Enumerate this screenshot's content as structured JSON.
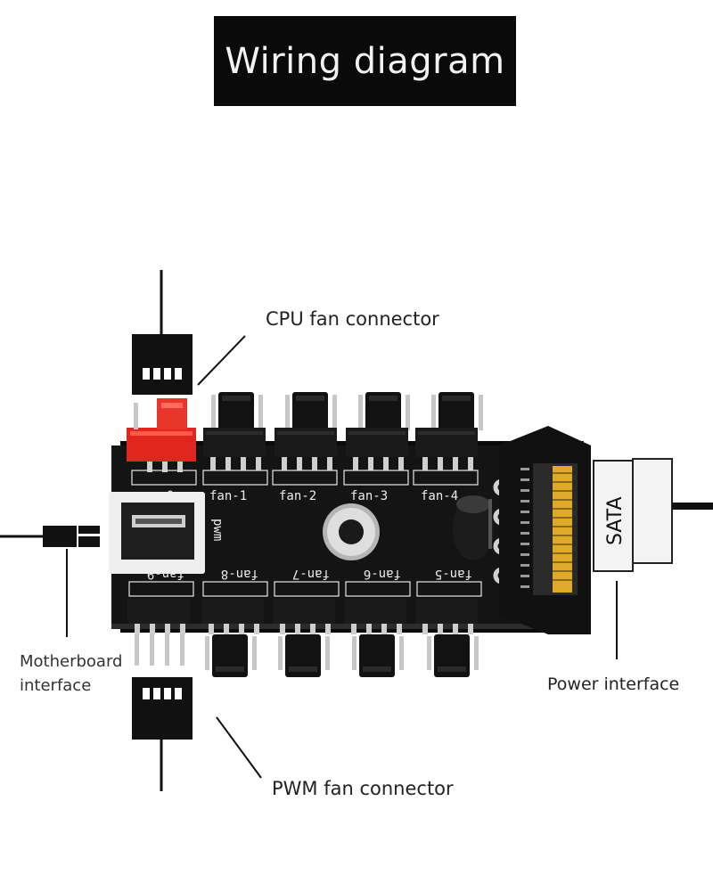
{
  "title": "Wiring diagram",
  "labels": {
    "cpu_fan_connector": "CPU fan connector",
    "pwm_fan_connector": "PWM fan connector",
    "power_interface": "Power interface",
    "motherboard_interface_line1": "Motherboard",
    "motherboard_interface_line2": "interface"
  },
  "board_silkscreen": {
    "top_ports": [
      "cpu_0",
      "fan-1",
      "fan-2",
      "fan-3",
      "fan-4"
    ],
    "bottom_ports": [
      "fan-9",
      "fan-8",
      "fan-7",
      "fan-6",
      "fan-5"
    ],
    "pwm_mark": "pwm"
  },
  "sata_label": "SATA",
  "colors": {
    "title_bg": "#0a0a0a",
    "board": "#141414",
    "cpu_header": "#e0261e",
    "sata_cable": "#f3f3f3"
  }
}
